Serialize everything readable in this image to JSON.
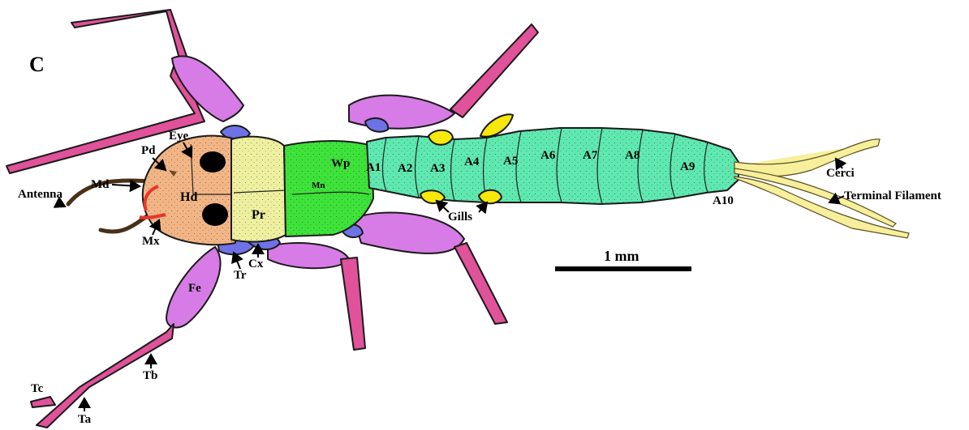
{
  "panel_label": "C",
  "labels": {
    "eye": "Eye",
    "pd": "Pd",
    "md": "Md",
    "hd": "Hd",
    "mx": "Mx",
    "antenna": "Antenna",
    "pr": "Pr",
    "mn": "Mn",
    "wp": "Wp",
    "fe": "Fe",
    "tr": "Tr",
    "cx": "Cx",
    "tb": "Tb",
    "tc": "Tc",
    "ta": "Ta",
    "gills": "Gills",
    "cerci": "Cerci",
    "terminal_filament": "Terminal Filament",
    "a10": "A10"
  },
  "abdominal_segments": [
    "A1",
    "A2",
    "A3",
    "A4",
    "A5",
    "A6",
    "A7",
    "A8",
    "A9"
  ],
  "scale_bar": {
    "label": "1 mm"
  },
  "colors": {
    "head": "#f2b585",
    "pronotum": "#eef0a0",
    "mesonotum": "#3ee23a",
    "abdomen": "#5fe8b0",
    "coxa": "#6f72e6",
    "femur": "#d77be6",
    "tibia": "#e0529a",
    "gills": "#f5e80a",
    "cerci": "#f7ef9c",
    "antenna": "#6b4a2c",
    "mouthparts": "#e8372a"
  }
}
